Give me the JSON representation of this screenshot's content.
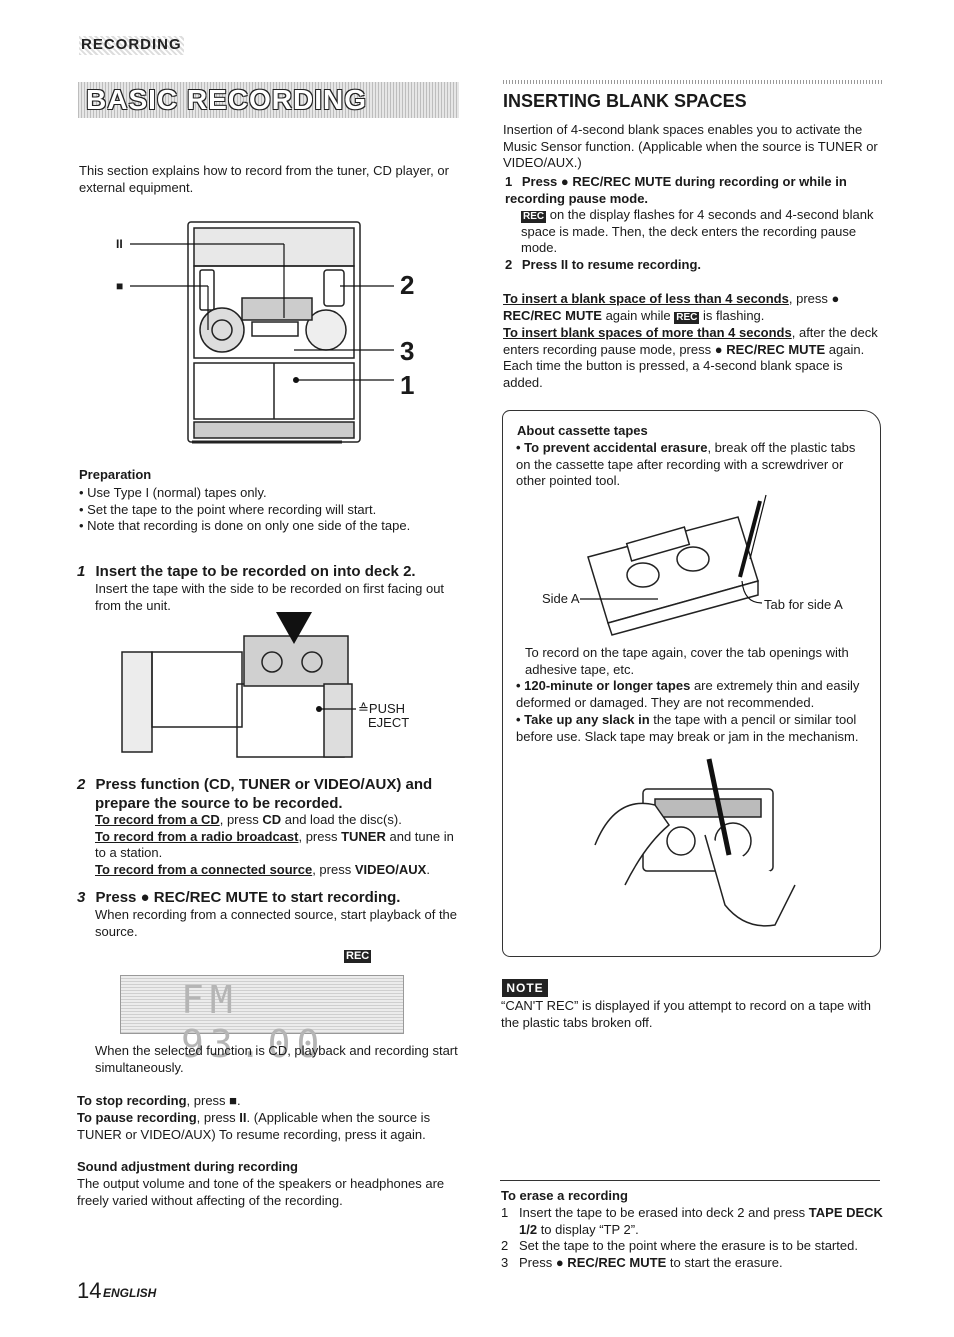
{
  "header": {
    "section": "RECORDING",
    "title": "BASIC RECORDING"
  },
  "intro": "This section explains how to record from the tuner, CD player, or external equipment.",
  "diagram1": {
    "pause_symbol": "II",
    "stop_symbol": "■",
    "callout_2": "2",
    "callout_3": "3",
    "callout_1": "1"
  },
  "preparation": {
    "heading": "Preparation",
    "items": [
      "• Use Type I (normal) tapes only.",
      "• Set the tape to the point where recording will start.",
      "• Note that recording is done on only one side of the tape."
    ]
  },
  "step1": {
    "num": "1",
    "heading": "Insert the tape to be recorded on into deck 2.",
    "body": "Insert the tape with the side to be recorded on first facing out from the unit.",
    "push_label": "≙PUSH",
    "eject_label": "EJECT"
  },
  "step2": {
    "num": "2",
    "heading_line1": "Press function (CD, TUNER or VIDEO/AUX) and",
    "heading_line2": "prepare the source to be recorded.",
    "cd_link": "To record from a CD",
    "cd_rest_a": ", press ",
    "cd_key": "CD",
    "cd_rest_b": " and load the disc(s).",
    "radio_link": "To record from a radio broadcast",
    "radio_rest_a": ", press ",
    "radio_key": "TUNER",
    "radio_rest_b": " and tune in to a station.",
    "ext_link": "To record from a connected source",
    "ext_rest_a": ", press ",
    "ext_key": "VIDEO/AUX",
    "ext_rest_b": "."
  },
  "step3": {
    "num": "3",
    "heading": "Press ● REC/REC MUTE to start recording.",
    "body": "When recording from a connected source, start playback of the source.",
    "rec_indicator": "REC",
    "display_text": "FM 93.00",
    "after": "When the selected function is CD, playback and recording start simultaneously."
  },
  "stop": {
    "label": "To stop recording",
    "rest": ", press ■."
  },
  "pause": {
    "label": "To pause recording",
    "rest_a": ", press ",
    "key": "II",
    "rest_b": ". (Applicable when the source is TUNER or VIDEO/AUX) To resume recording, press it again."
  },
  "sound": {
    "heading": "Sound adjustment during recording",
    "body": "The output volume and tone of the speakers or headphones are freely varied without affecting of the recording."
  },
  "inserting": {
    "heading": "INSERTING BLANK SPACES",
    "intro": "Insertion of 4-second blank spaces enables you to activate the Music Sensor function. (Applicable when the source is TUNER or VIDEO/AUX.)",
    "s1_num": "1",
    "s1_text": "Press ● REC/REC MUTE during recording or while in recording pause mode.",
    "s1_badge": "REC",
    "s1_body": " on the display flashes for 4 seconds and 4-second blank space is made. Then, the deck enters the recording pause mode.",
    "s2_num": "2",
    "s2_text": "Press II to resume recording.",
    "less_link": "To insert a blank space of less than 4 seconds",
    "less_rest_a": ", press ",
    "less_key": "● REC/REC MUTE",
    "less_rest_b": " again while ",
    "less_badge": "REC",
    "less_rest_c": " is flashing.",
    "more_link": "To insert blank spaces of more than 4 seconds",
    "more_rest_a": ", after the deck enters recording pause mode, press ",
    "more_key": "● REC/REC MUTE",
    "more_rest_b": " again. Each time the button is pressed, a 4-second blank space is added."
  },
  "about": {
    "heading": "About cassette tapes",
    "p1_bold": "• To prevent accidental erasure",
    "p1_rest": ", break off the plastic tabs on the cassette tape after recording with a screwdriver or other pointed tool.",
    "side_a": "Side A",
    "tab_side_a": "Tab for side A",
    "p2": "To record on the tape again, cover the tab openings with adhesive tape, etc.",
    "p3_bold": "• 120-minute or longer tapes",
    "p3_rest": " are extremely thin and easily deformed or damaged. They are not recommended.",
    "p4_bold": "• Take up any slack in",
    "p4_rest": " the tape with a pencil or similar tool before use. Slack tape may break or jam in the mechanism."
  },
  "note": {
    "badge": "NOTE",
    "text": "“CAN'T REC” is displayed if you attempt to record on a tape with the plastic tabs broken off."
  },
  "erase": {
    "heading": "To erase a recording",
    "steps": [
      {
        "num": "1",
        "a": "Insert the tape to be erased into deck 2 and press ",
        "key": "TAPE DECK 1/2",
        "b": " to display “TP 2”."
      },
      {
        "num": "2",
        "a": "Set the tape to the point where the erasure is to be started.",
        "key": "",
        "b": ""
      },
      {
        "num": "3",
        "a": "Press ",
        "key": "● REC/REC MUTE",
        "b": " to start the erasure."
      }
    ]
  },
  "footer": {
    "page": "14",
    "lang": "ENGLISH"
  }
}
